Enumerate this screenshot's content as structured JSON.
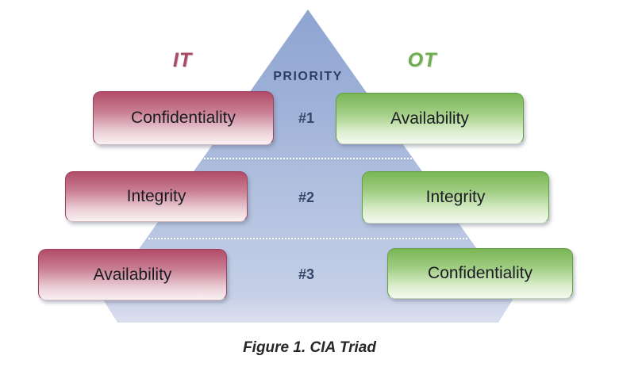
{
  "figure": {
    "caption": "Figure 1. CIA Triad",
    "priority_label": "PRIORITY",
    "it_header": {
      "label": "IT",
      "color": "#a84a66"
    },
    "ot_header": {
      "label": "OT",
      "color": "#6fae4e"
    },
    "rows": [
      {
        "rank": "#1",
        "it": "Confidentiality",
        "ot": "Availability"
      },
      {
        "rank": "#2",
        "it": "Integrity",
        "ot": "Integrity"
      },
      {
        "rank": "#3",
        "it": "Availability",
        "ot": "Confidentiality"
      }
    ],
    "colors": {
      "it_box_top": "#b24c68",
      "ot_box_top": "#79b656",
      "pyramid_top": "#8ea4d1",
      "pyramid_bottom": "#dbdfee",
      "priority_text": "#2f3e5e"
    }
  }
}
